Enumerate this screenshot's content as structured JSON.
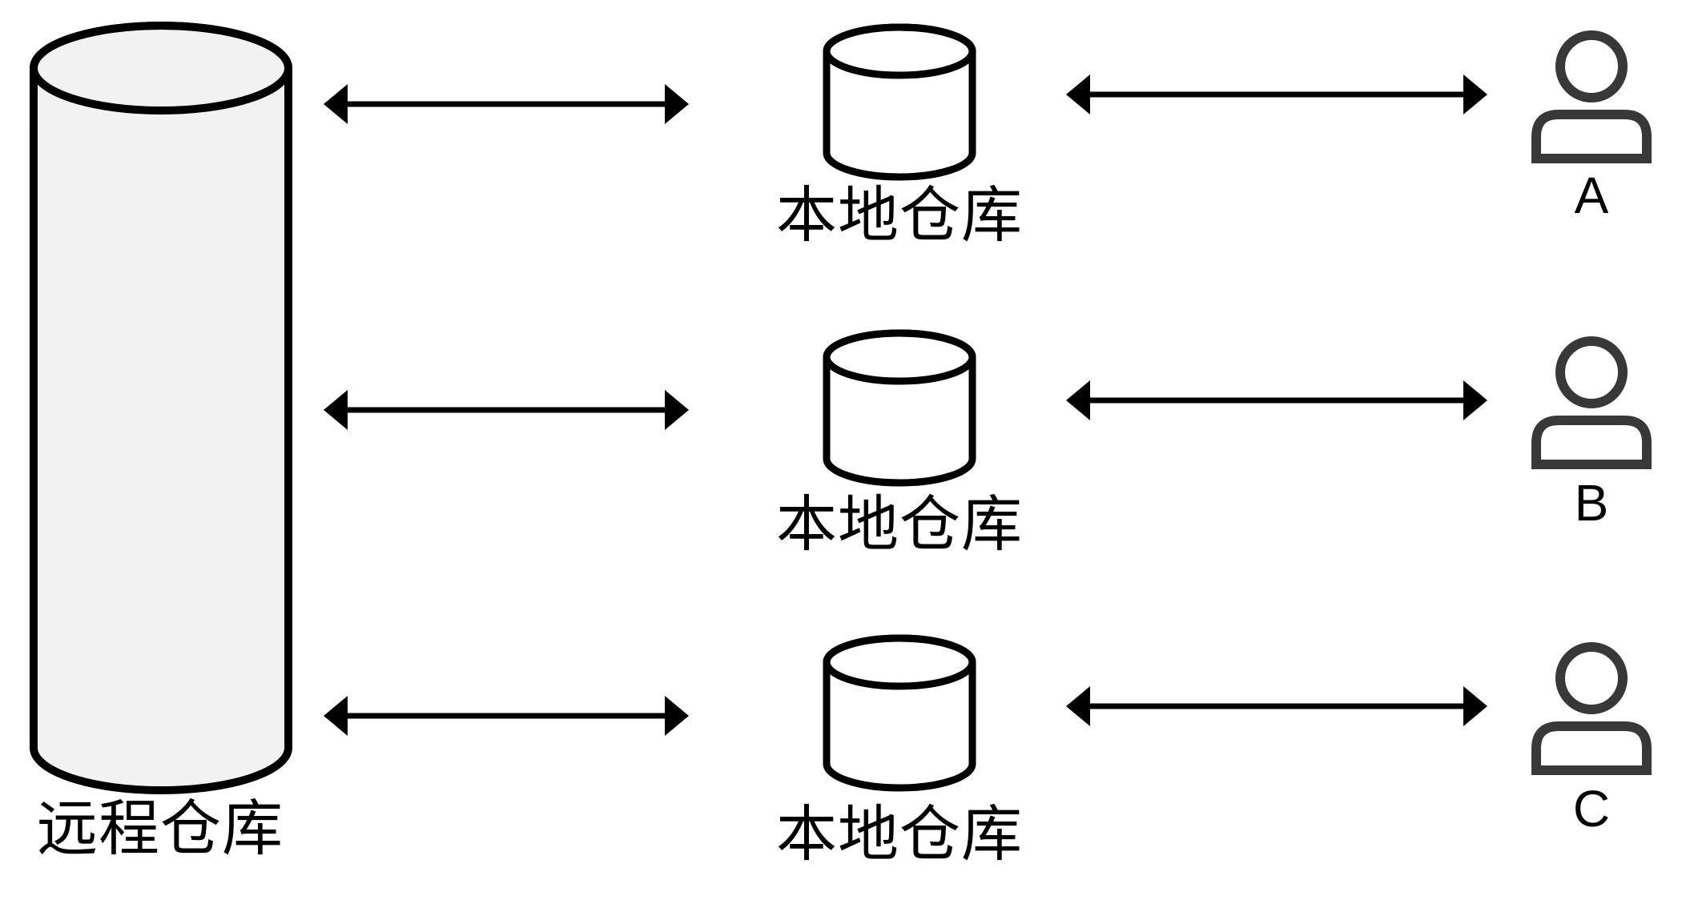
{
  "remote": {
    "label": "远程仓库"
  },
  "rows": [
    {
      "local_label": "本地仓库",
      "user_label": "A"
    },
    {
      "local_label": "本地仓库",
      "user_label": "B"
    },
    {
      "local_label": "本地仓库",
      "user_label": "C"
    }
  ],
  "colors": {
    "background": "#ffffff",
    "outline": "#000000",
    "remote_fill": "#f2f2f2",
    "local_fill": "#ffffff",
    "person": "#383838",
    "text": "#000000"
  }
}
